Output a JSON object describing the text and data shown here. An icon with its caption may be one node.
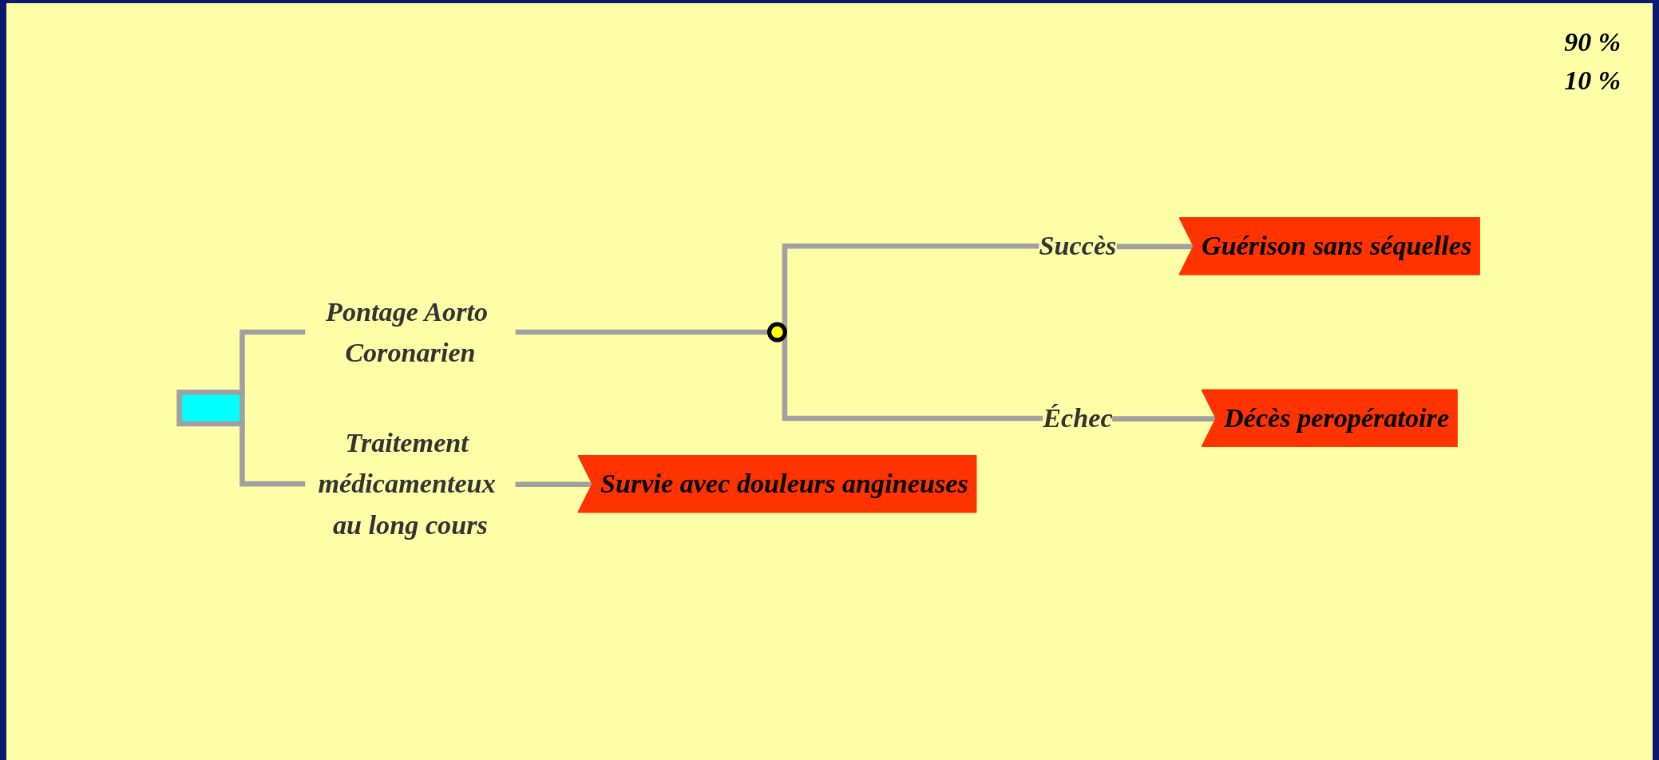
{
  "diagram": {
    "nodes": [
      {
        "text": [],
        "shape": "box"
      },
      {
        "text": [],
        "shape": "circle"
      },
      {
        "text": [
          "Guérison sans séquelles"
        ]
      },
      {
        "text": [
          "Décès peropératoire"
        ]
      },
      {
        "text": [
          "Survie avec douleurs angineuses"
        ]
      }
    ],
    "edges": [
      {
        "from": 0,
        "to": 1,
        "arrow": "none",
        "label": "Pontage Aorto Coronarien"
      },
      {
        "from": 1,
        "to": 2,
        "arrow": "none",
        "label": "Succès"
      },
      {
        "from": 1,
        "to": 3,
        "arrow": "none",
        "label": "Échec"
      },
      {
        "from": 0,
        "to": 4,
        "arrow": "none",
        "label": "Traitement médicamenteux au long cours"
      }
    ],
    "labels": [
      "90 %",
      "10 %"
    ]
  }
}
